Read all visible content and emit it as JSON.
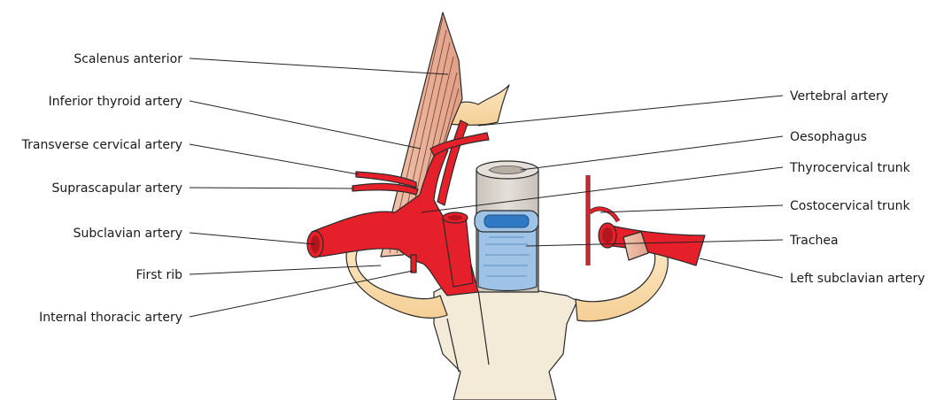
{
  "labels_left": [
    {
      "id": "scalenus-anterior",
      "text": "Scalenus anterior"
    },
    {
      "id": "inferior-thyroid-artery",
      "text": "Inferior thyroid artery"
    },
    {
      "id": "transverse-cervical-artery",
      "text": "Transverse cervical artery"
    },
    {
      "id": "suprascapular-artery",
      "text": "Suprascapular artery"
    },
    {
      "id": "subclavian-artery",
      "text": "Subclavian artery"
    },
    {
      "id": "first-rib",
      "text": "First rib"
    },
    {
      "id": "internal-thoracic-artery",
      "text": "Internal thoracic artery"
    }
  ],
  "labels_right": [
    {
      "id": "vertebral-artery",
      "text": "Vertebral artery"
    },
    {
      "id": "oesophagus",
      "text": "Oesophagus"
    },
    {
      "id": "thyrocervical-trunk",
      "text": "Thyrocervical trunk"
    },
    {
      "id": "costocervical-trunk",
      "text": "Costocervical trunk"
    },
    {
      "id": "trachea",
      "text": "Trachea"
    },
    {
      "id": "left-subclavian-artery",
      "text": "Left subclavian artery"
    }
  ],
  "colors": {
    "artery": "#e5202a",
    "artery_dark": "#b3151c",
    "bone": "#f7d9a8",
    "bone_light": "#fbeac9",
    "manubrium": "#f3ead8",
    "muscle": "#e8b49a",
    "trachea": "#9ec3e6",
    "trachea_ring": "#2f78c4",
    "oesophagus": "#d9d3cc"
  }
}
